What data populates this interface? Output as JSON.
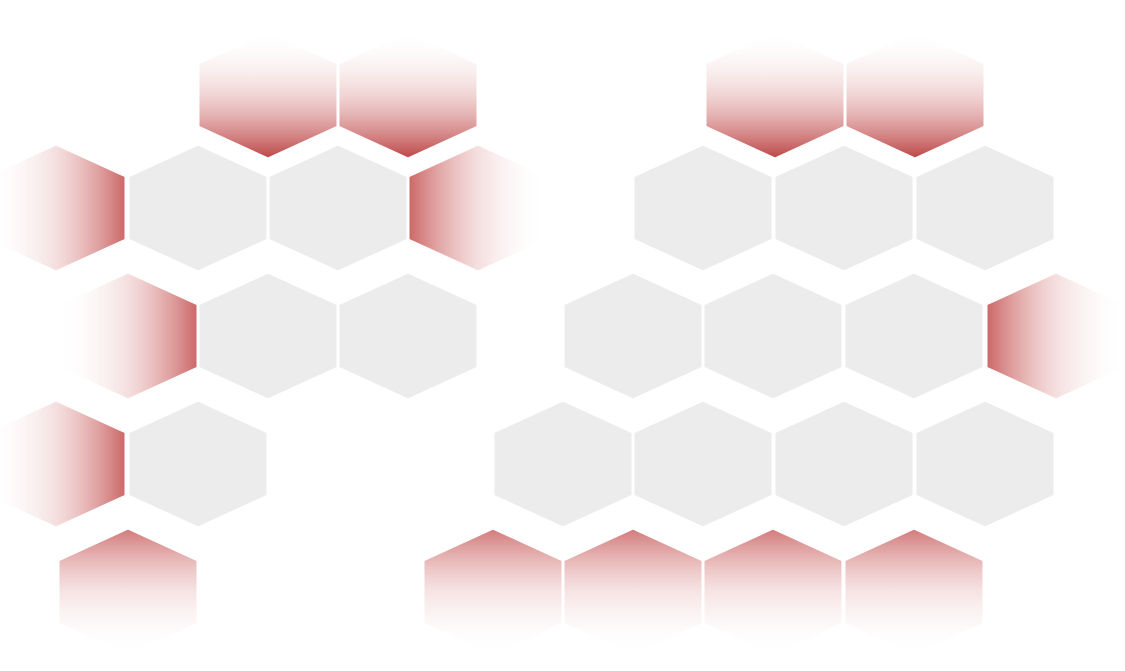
{
  "colors": {
    "background": "#ffffff",
    "hex_fill": "#ececec",
    "hex_stroke": "#ffffff",
    "accent_red": "#b83a3a"
  },
  "clusters": [
    {
      "name": "left-cluster",
      "cells": [
        {
          "id": "L1",
          "kind": "fade",
          "fade_toward": "up"
        },
        {
          "id": "L2",
          "kind": "fade",
          "fade_toward": "up"
        },
        {
          "id": "L3",
          "kind": "fade",
          "fade_toward": "left"
        },
        {
          "id": "L4",
          "kind": "solid"
        },
        {
          "id": "L5",
          "kind": "solid"
        },
        {
          "id": "L6",
          "kind": "fade",
          "fade_toward": "right"
        },
        {
          "id": "L7",
          "kind": "fade",
          "fade_toward": "left"
        },
        {
          "id": "L8",
          "kind": "solid"
        },
        {
          "id": "L9",
          "kind": "solid"
        },
        {
          "id": "L10",
          "kind": "fade",
          "fade_toward": "left"
        },
        {
          "id": "L11",
          "kind": "solid"
        },
        {
          "id": "L12",
          "kind": "fade",
          "fade_toward": "down"
        }
      ]
    },
    {
      "name": "right-cluster",
      "cells": [
        {
          "id": "R1",
          "kind": "fade",
          "fade_toward": "up"
        },
        {
          "id": "R2",
          "kind": "fade",
          "fade_toward": "up"
        },
        {
          "id": "R3",
          "kind": "solid"
        },
        {
          "id": "R4",
          "kind": "solid"
        },
        {
          "id": "R5",
          "kind": "solid"
        },
        {
          "id": "R6",
          "kind": "solid"
        },
        {
          "id": "R7",
          "kind": "solid"
        },
        {
          "id": "R8",
          "kind": "solid"
        },
        {
          "id": "R9",
          "kind": "fade",
          "fade_toward": "right"
        },
        {
          "id": "R10",
          "kind": "solid"
        },
        {
          "id": "R11",
          "kind": "solid"
        },
        {
          "id": "R12",
          "kind": "solid"
        },
        {
          "id": "R13",
          "kind": "solid"
        },
        {
          "id": "R14",
          "kind": "fade",
          "fade_toward": "down"
        },
        {
          "id": "R15",
          "kind": "fade",
          "fade_toward": "down"
        },
        {
          "id": "R16",
          "kind": "fade",
          "fade_toward": "down"
        },
        {
          "id": "R17",
          "kind": "fade",
          "fade_toward": "down"
        }
      ]
    }
  ]
}
